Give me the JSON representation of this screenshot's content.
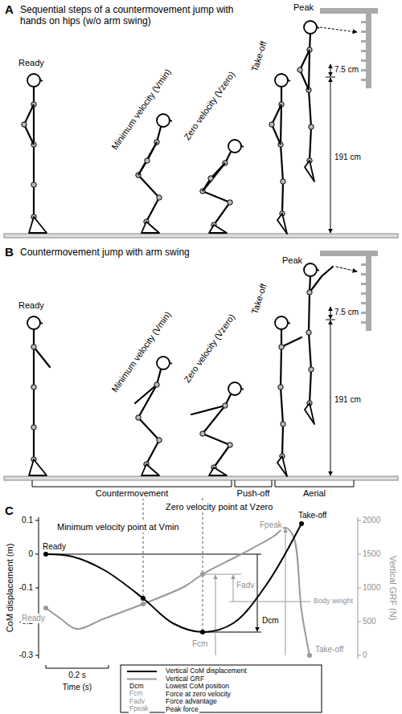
{
  "diagram": {
    "labels": [
      "A",
      "Sequential steps of a countermovement jump with hands on hips (w/o arm swing)",
      "Ready",
      "Minimum velocity (Vmin)",
      "Zero velocity (Vzero)",
      "Take-off",
      "Peak",
      "7.5 cm",
      "191 cm",
      "B",
      "Countermovement jump with arm swing",
      "Ready",
      "Minimum velocity (Vmin)",
      "Zero velocity (Vzero)",
      "Take-off",
      "Peak",
      "7.5 cm",
      "191 cm",
      "Countermovement",
      "Push-off",
      "Aerial",
      "C",
      "Zero velocity point at Vzero",
      "Minimum velocity point at Vmin",
      "0.1",
      "0",
      "-0.1",
      "-0.2",
      "-0.3",
      "CoM displacement (m)",
      "2000",
      "1500",
      "1000",
      "500",
      "0",
      "Vertical GRF (N)",
      "Ready",
      "Ready",
      "Take-off",
      "Take-off",
      "Fpeak",
      "Fadv",
      "Fcm",
      "Dcm",
      "Body weight",
      "0.2 s",
      "Time (s)",
      "Dcm",
      "Fcm",
      "Fadv",
      "Fpeak"
    ],
    "legend": [
      {
        "text": "Vertical CoM displacement"
      },
      {
        "text": "Vertical GRF"
      },
      {
        "text": "Lowest CoM position"
      },
      {
        "text": "Force at zero velocity"
      },
      {
        "text": "Force advantage"
      },
      {
        "text": "Peak force"
      }
    ]
  }
}
